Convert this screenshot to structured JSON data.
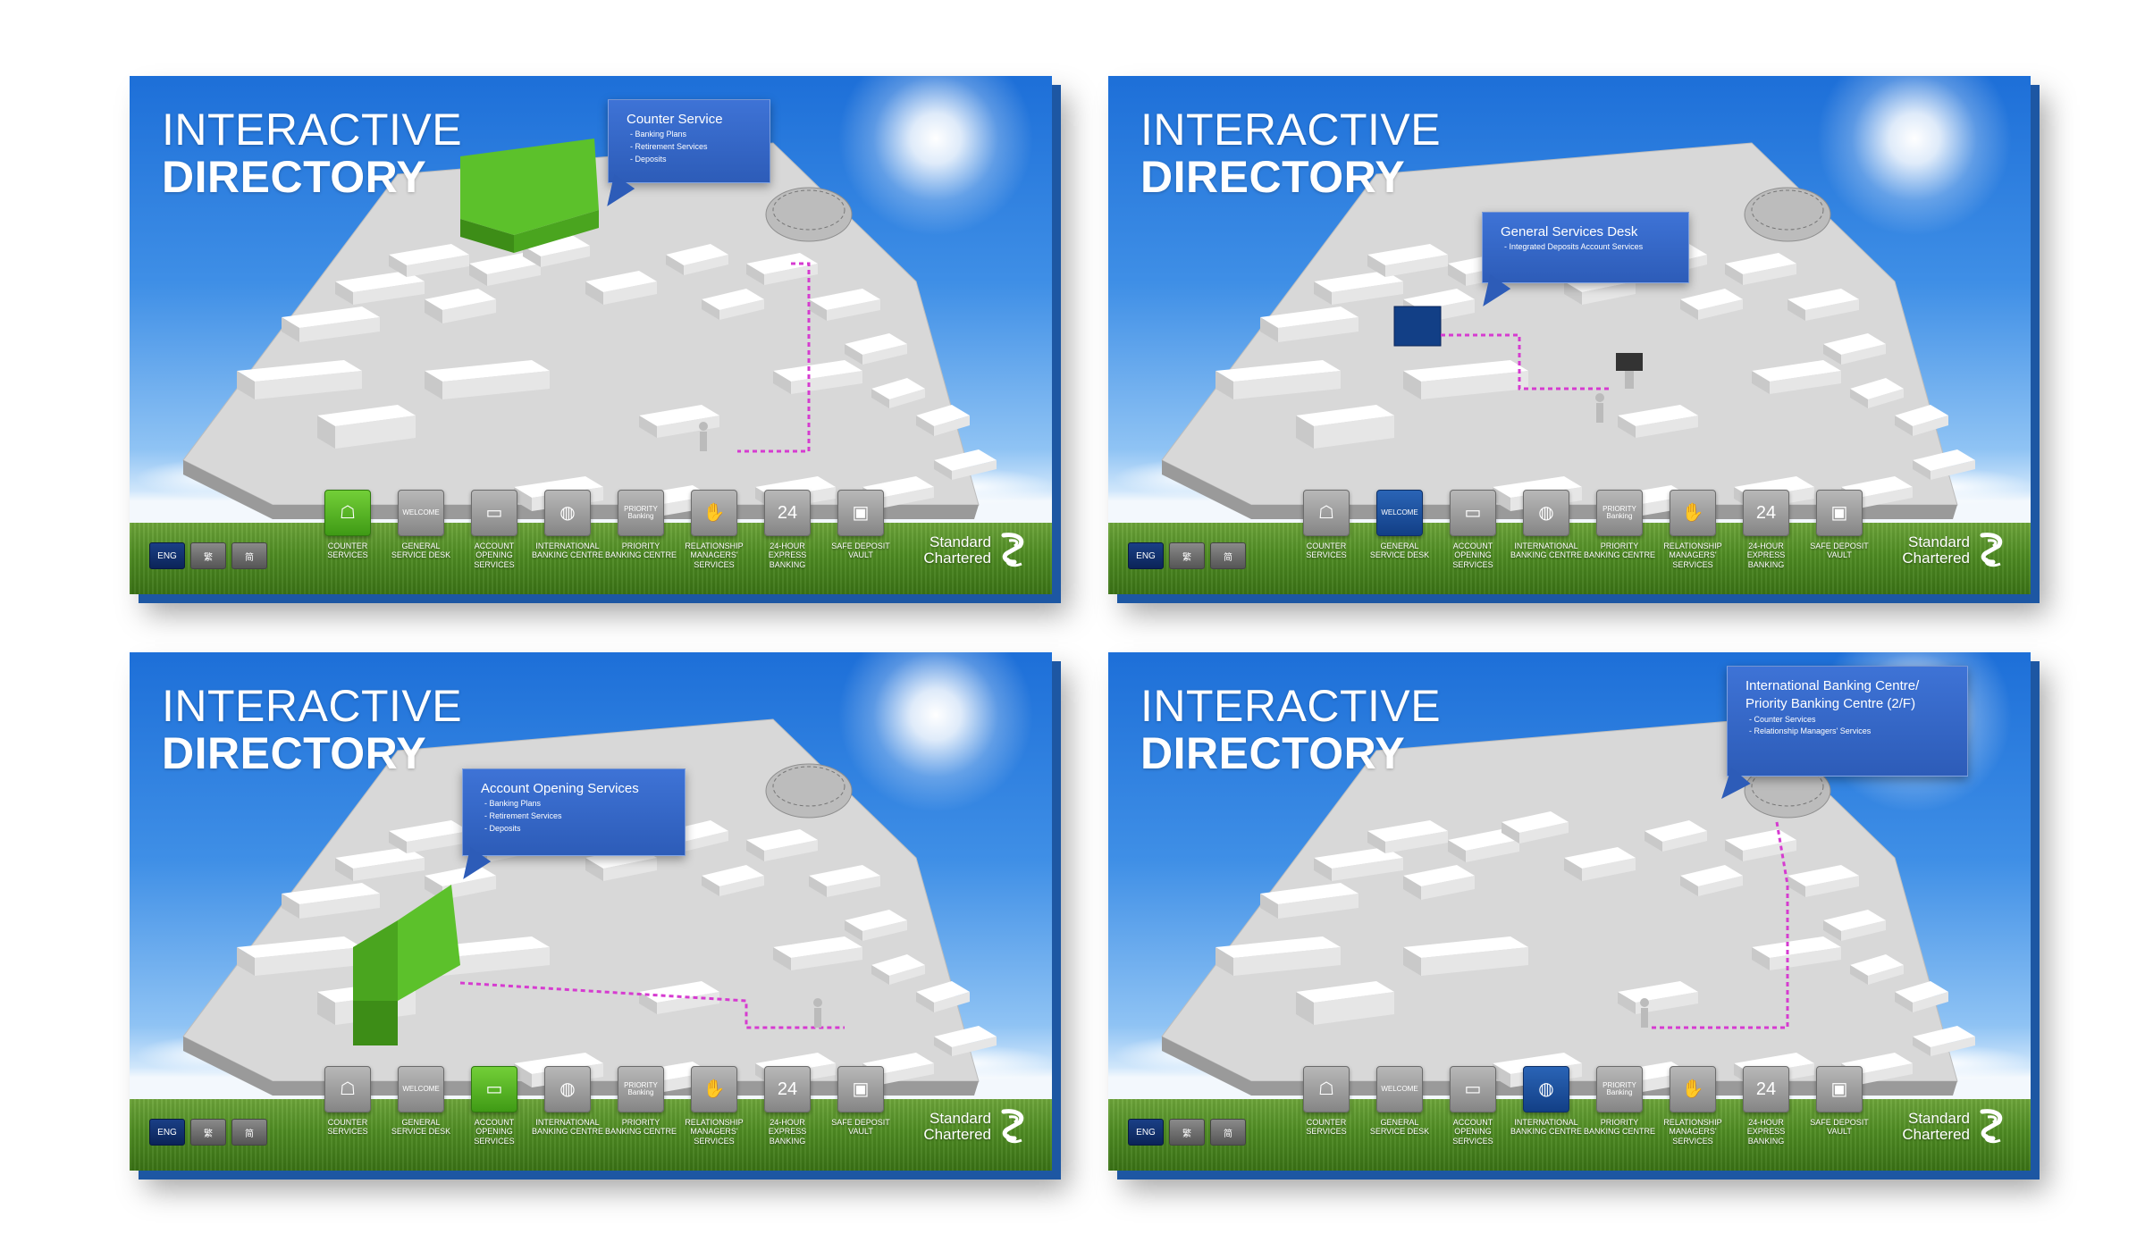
{
  "title": {
    "line1": "INTERACTIVE",
    "line2": "DIRECTORY"
  },
  "nav": [
    {
      "id": "counter",
      "label": "COUNTER SERVICES",
      "icon": "counter-icon",
      "glyph": "☖"
    },
    {
      "id": "general",
      "label": "GENERAL SERVICE DESK",
      "icon": "welcome-desk-icon",
      "glyph": "WELCOME"
    },
    {
      "id": "account",
      "label": "ACCOUNT OPENING SERVICES",
      "icon": "cards-icon",
      "glyph": "▭"
    },
    {
      "id": "international",
      "label": "INTERNATIONAL BANKING CENTRE",
      "icon": "globe-icon",
      "glyph": "◍"
    },
    {
      "id": "priority",
      "label": "PRIORITY BANKING CENTRE",
      "icon": "priority-icon",
      "glyph": "PRIORITY",
      "sub": "Banking"
    },
    {
      "id": "relationship",
      "label": "RELATIONSHIP MANAGERS' SERVICES",
      "icon": "handshake-icon",
      "glyph": "✋"
    },
    {
      "id": "express",
      "label": "24-HOUR EXPRESS BANKING",
      "icon": "clock-24-icon",
      "glyph": "24"
    },
    {
      "id": "vault",
      "label": "SAFE DEPOSIT VAULT",
      "icon": "vault-icon",
      "glyph": "▣"
    }
  ],
  "languages": [
    {
      "label": "ENG",
      "active": true
    },
    {
      "label": "繁",
      "active": false
    },
    {
      "label": "简",
      "active": false
    }
  ],
  "brand": {
    "line1": "Standard",
    "line2": "Chartered"
  },
  "colors": {
    "green": "#4caf22",
    "blue": "#1a3f86",
    "route": "#d63bd0",
    "callout": "#3566c8"
  },
  "screens": [
    {
      "id": "s1",
      "active": "counter",
      "active_color": "green",
      "callout": {
        "heading": "Counter Service",
        "items": [
          "- Banking Plans",
          "- Retirement Services",
          "- Deposits"
        ]
      }
    },
    {
      "id": "s2",
      "active": "general",
      "active_color": "blue",
      "callout": {
        "heading": "General Services Desk",
        "items": [
          "- Integrated Deposits Account Services"
        ]
      }
    },
    {
      "id": "s3",
      "active": "account",
      "active_color": "green",
      "callout": {
        "heading": "Account Opening Services",
        "items": [
          "- Banking Plans",
          "- Retirement Services",
          "- Deposits"
        ]
      }
    },
    {
      "id": "s4",
      "active": "international",
      "active_color": "blue",
      "callout": {
        "heading": "International Banking Centre/ Priority Banking Centre (2/F)",
        "items": [
          "- Counter Services",
          "- Relationship Managers' Services"
        ]
      }
    }
  ]
}
